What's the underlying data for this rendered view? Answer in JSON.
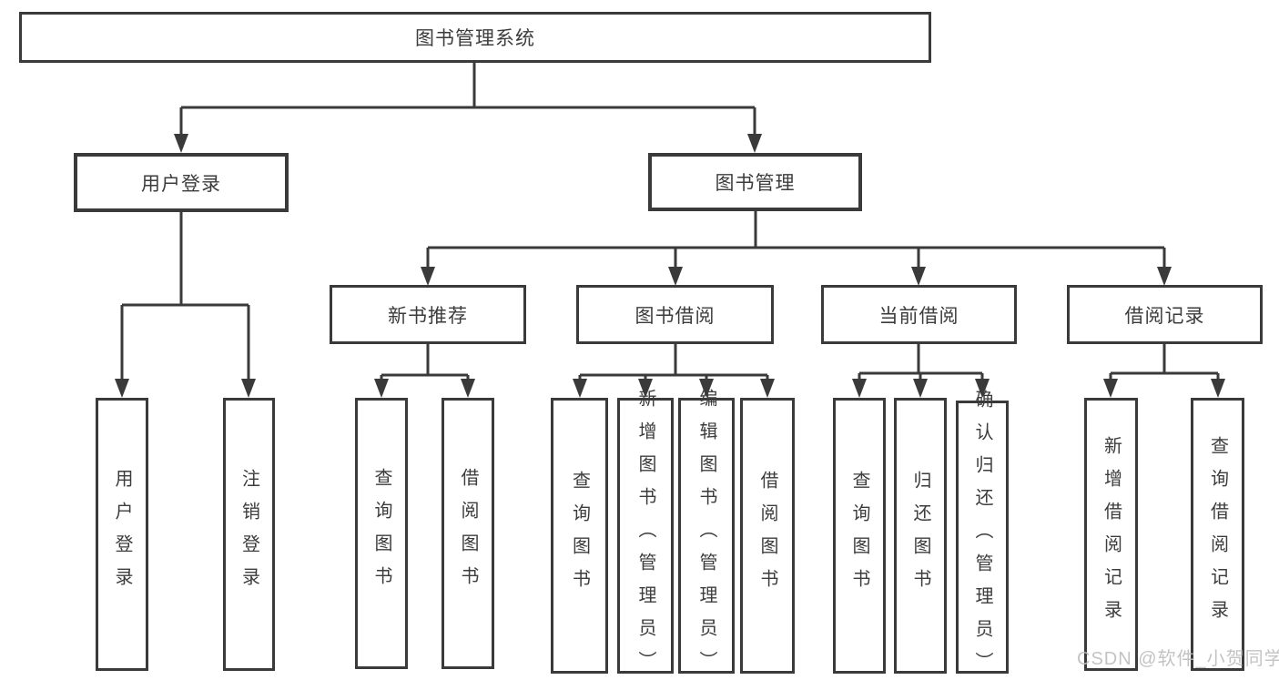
{
  "diagram_type": "hierarchy-tree",
  "tree": {
    "root": "图书管理系统",
    "children": [
      {
        "label": "用户登录",
        "children": [
          {
            "label": "用户登录"
          },
          {
            "label": "注销登录"
          }
        ]
      },
      {
        "label": "图书管理",
        "children": [
          {
            "label": "新书推荐",
            "children": [
              {
                "label": "查询图书"
              },
              {
                "label": "借阅图书"
              }
            ]
          },
          {
            "label": "图书借阅",
            "children": [
              {
                "label": "查询图书"
              },
              {
                "label": "新增图书（管理员）"
              },
              {
                "label": "编辑图书（管理员）"
              },
              {
                "label": "借阅图书"
              }
            ]
          },
          {
            "label": "当前借阅",
            "children": [
              {
                "label": "查询图书"
              },
              {
                "label": "归还图书"
              },
              {
                "label": "确认归还（管理员）"
              }
            ]
          },
          {
            "label": "借阅记录",
            "children": [
              {
                "label": "新增借阅记录"
              },
              {
                "label": "查询借阅记录"
              }
            ]
          }
        ]
      }
    ]
  },
  "watermark": "CSDN @软件_小贺同学",
  "colors": {
    "line": "#3a3a3a",
    "text": "#3c3c3c",
    "background": "#ffffff",
    "watermark": "#bdbdbd"
  }
}
